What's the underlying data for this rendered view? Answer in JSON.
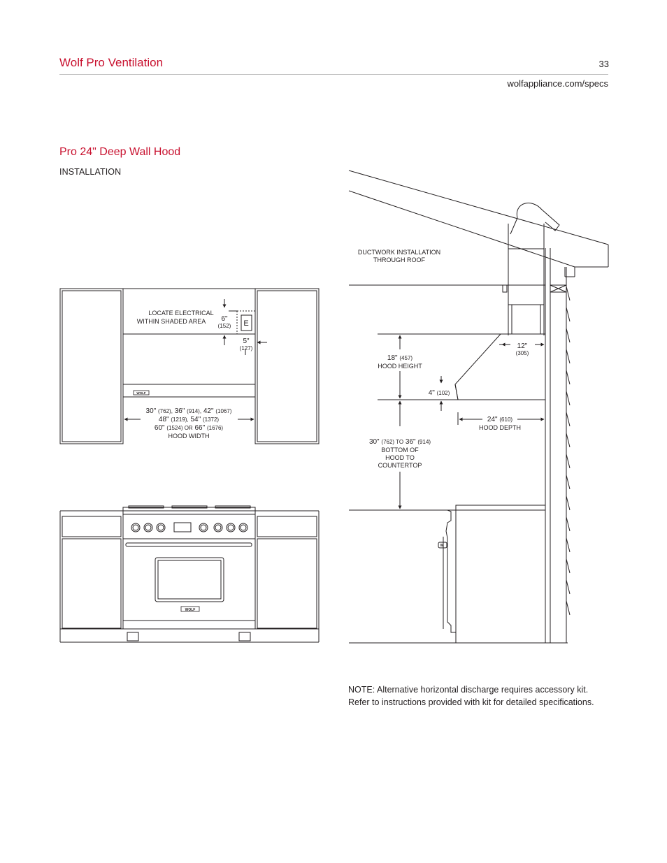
{
  "header": {
    "title": "Wolf Pro Ventilation",
    "page_number": "33",
    "url": "wolfappliance.com/specs"
  },
  "section": {
    "title": "Pro 24\" Deep Wall Hood",
    "subtitle": "INSTALLATION"
  },
  "front_view": {
    "locate_electrical_1": "LOCATE ELECTRICAL",
    "locate_electrical_2": "WITHIN SHADED AREA",
    "dim_6": "6\"",
    "dim_6_mm": "(152)",
    "dim_5": "5\"",
    "dim_5_mm": "(127)",
    "electrical_box_label": "E",
    "hood_logo": "WOLF",
    "width_line1_a": "30\"",
    "width_line1_b": "(762),",
    "width_line1_c": "36\"",
    "width_line1_d": "(914),",
    "width_line1_e": "42\"",
    "width_line1_f": "(1067)",
    "width_line2_a": "48\"",
    "width_line2_b": "(1219),",
    "width_line2_c": "54\"",
    "width_line2_d": "(1372)",
    "width_line3_a": "60\"",
    "width_line3_b": "(1524) OR",
    "width_line3_c": "66\"",
    "width_line3_d": "(1676)",
    "hood_width_label": "HOOD WIDTH",
    "range_logo": "WOLF"
  },
  "side_view": {
    "ductwork_1": "DUCTWORK INSTALLATION",
    "ductwork_2": "THROUGH ROOF",
    "dim_12": "12\"",
    "dim_12_mm": "(305)",
    "dim_18": "18\"",
    "dim_18_mm": "(457)",
    "hood_height_label": "HOOD HEIGHT",
    "dim_4": "4\"",
    "dim_4_mm": "(102)",
    "dim_24": "24\"",
    "dim_24_mm": "(610)",
    "hood_depth_label": "HOOD DEPTH",
    "dim_30": "30\"",
    "dim_30_mm": "(762) TO",
    "dim_36": "36\"",
    "dim_36_mm": "(914)",
    "bottom_1": "BOTTOM OF",
    "bottom_2": "HOOD TO",
    "bottom_3": "COUNTERTOP",
    "range_logo": "W"
  },
  "note": {
    "line1": "NOTE: Alternative horizontal discharge requires accessory kit.",
    "line2": "Refer to instructions provided with kit for detailed specifications."
  }
}
